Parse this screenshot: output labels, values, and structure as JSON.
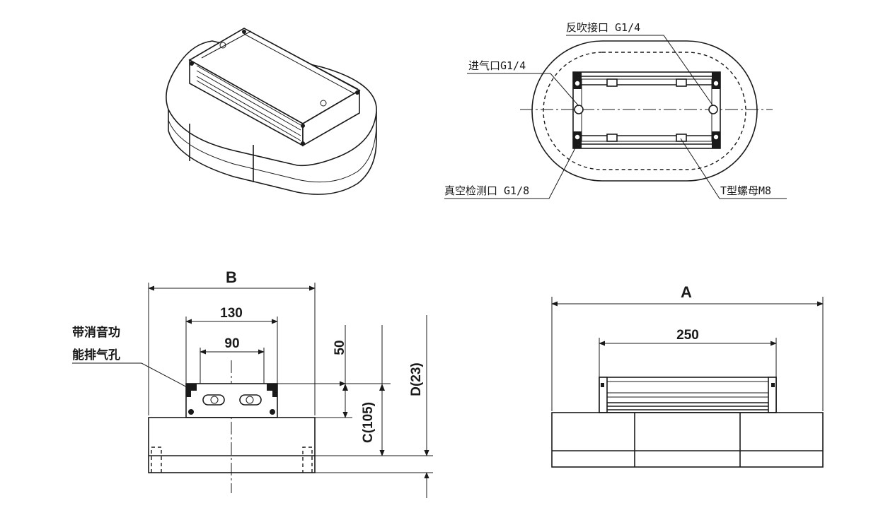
{
  "top_view_labels": {
    "blowback_port": "反吹接口 G1/4",
    "air_inlet": "进气口G1/4",
    "vacuum_detect_port": "真空检测口 G1/8",
    "t_nut": "T型螺母M8"
  },
  "side_view": {
    "dim_b": "B",
    "dim_130": "130",
    "dim_90": "90",
    "dim_50": "50",
    "dim_c": "C(105)",
    "dim_d": "D(23)",
    "muffler_note_line1": "带消音功",
    "muffler_note_line2": "能排气孔"
  },
  "front_view": {
    "dim_a": "A",
    "dim_250": "250"
  }
}
